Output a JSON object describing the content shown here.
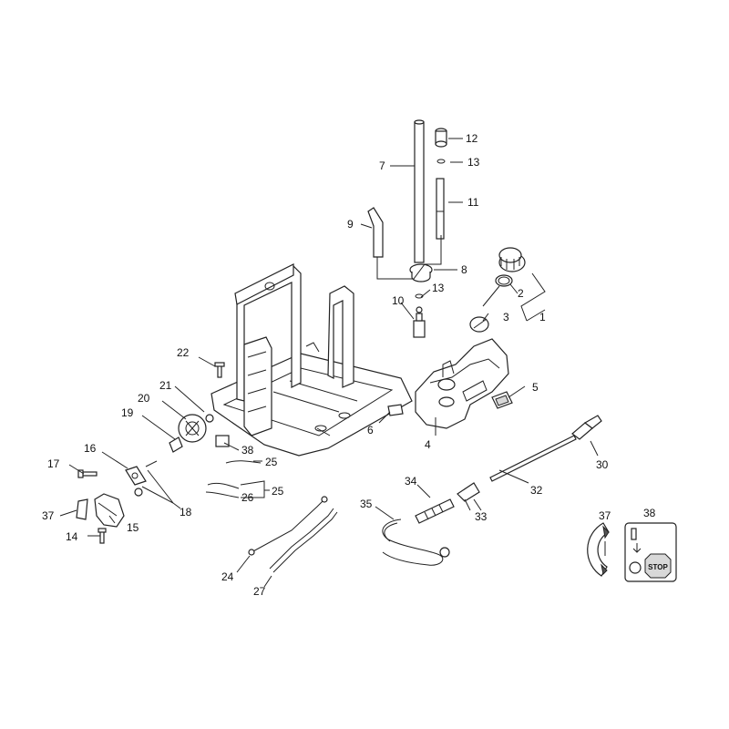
{
  "callouts": {
    "c1": "1",
    "c2": "2",
    "c3": "3",
    "c4": "4",
    "c5": "5",
    "c6": "6",
    "c7": "7",
    "c8": "8",
    "c9": "9",
    "c10": "10",
    "c11": "11",
    "c12": "12",
    "c13a": "13",
    "c13b": "13",
    "c14": "14",
    "c15": "15",
    "c16": "16",
    "c17": "17",
    "c18": "18",
    "c19": "19",
    "c20": "20",
    "c21": "21",
    "c22": "22",
    "c24": "24",
    "c25a": "25",
    "c25b": "25",
    "c26": "26",
    "c27": "27",
    "c30": "30",
    "c32": "32",
    "c33": "33",
    "c34": "34",
    "c35": "35",
    "c37a": "37",
    "c37b": "37",
    "c38a": "38",
    "c38b": "38"
  },
  "decal": {
    "stop_text": "STOP"
  }
}
